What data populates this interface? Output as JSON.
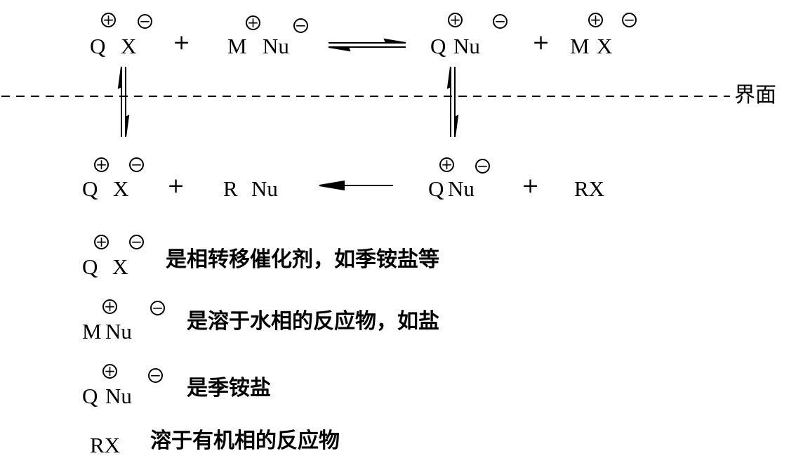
{
  "charges": {
    "plus": "+",
    "minus": "−"
  },
  "top_row": {
    "s1": [
      "Q",
      "X"
    ],
    "plus1": "+",
    "s2": [
      "M",
      "Nu"
    ],
    "s3": [
      "Q",
      "Nu"
    ],
    "plus2": "+",
    "s4": [
      "M",
      "X"
    ]
  },
  "interface_label": "界面",
  "bottom_row": {
    "s1": [
      "Q",
      "X"
    ],
    "plus1": "+",
    "s2": [
      "R",
      "Nu"
    ],
    "s3": [
      "Q",
      "Nu"
    ],
    "plus2": "+",
    "s4": "RX"
  },
  "legend": [
    {
      "species": [
        "Q",
        "X"
      ],
      "text": "是相转移催化剂，如季铵盐等"
    },
    {
      "species": [
        "M",
        "Nu"
      ],
      "text": "是溶于水相的反应物，如盐"
    },
    {
      "species": [
        "Q",
        "Nu"
      ],
      "text": "是季铵盐"
    },
    {
      "species": [
        "RX"
      ],
      "text": "溶于有机相的反应物"
    }
  ]
}
